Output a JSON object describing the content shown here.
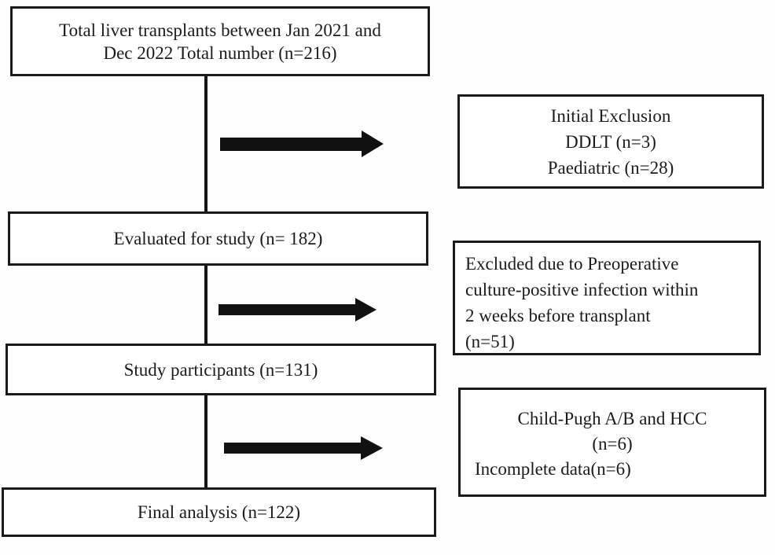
{
  "diagram": {
    "type": "study-flowchart",
    "colors": {
      "background": "#fefefe",
      "box_fill": "#ffffff",
      "border": "#1a1a1a",
      "text": "#1b1b1b",
      "arrow": "#111111"
    },
    "boxes": {
      "total": {
        "lines": [
          "Total liver transplants between Jan 2021 and",
          "Dec 2022 Total number (n=216)"
        ]
      },
      "evaluated": {
        "lines": [
          "Evaluated for study (n= 182)"
        ]
      },
      "participants": {
        "lines": [
          "Study participants (n=131)"
        ]
      },
      "final": {
        "lines": [
          "Final analysis (n=122)"
        ]
      },
      "initial_exclusion": {
        "lines": [
          "Initial Exclusion",
          "DDLT (n=3)",
          "Paediatric (n=28)"
        ]
      },
      "preop_infection_exclusion": {
        "lines": [
          "Excluded due to Preoperative",
          "culture-positive infection within",
          "2 weeks before transplant",
          "(n=51)"
        ]
      },
      "final_exclusion": {
        "lines": [
          "Child-Pugh A/B and HCC",
          "(n=6)",
          "Incomplete data(n=6)"
        ]
      }
    }
  }
}
